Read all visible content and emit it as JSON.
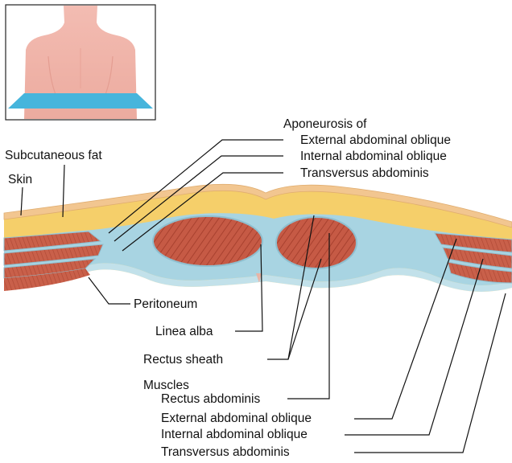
{
  "colors": {
    "skin": "#f2c690",
    "fat": "#f5cf6a",
    "fascia": "#a8d4e2",
    "muscle": "#c65a45",
    "muscle_fiber": "#a8412f",
    "torso": "#f0b1a6",
    "plane": "#46b5dc",
    "leader": "#111111"
  },
  "labels": {
    "aponeurosis_heading": "Aponeurosis of",
    "apo_external": "External abdominal oblique",
    "apo_internal": "Internal abdominal oblique",
    "apo_transversus": "Transversus abdominis",
    "subcutaneous_fat": "Subcutaneous fat",
    "skin": "Skin",
    "peritoneum": "Peritoneum",
    "linea_alba": "Linea alba",
    "rectus_sheath": "Rectus sheath",
    "muscles_heading": "Muscles",
    "muscle_rectus": "Rectus abdominis",
    "muscle_external": "External abdominal oblique",
    "muscle_internal": "Internal abdominal oblique",
    "muscle_transversus": "Transversus abdominis"
  }
}
